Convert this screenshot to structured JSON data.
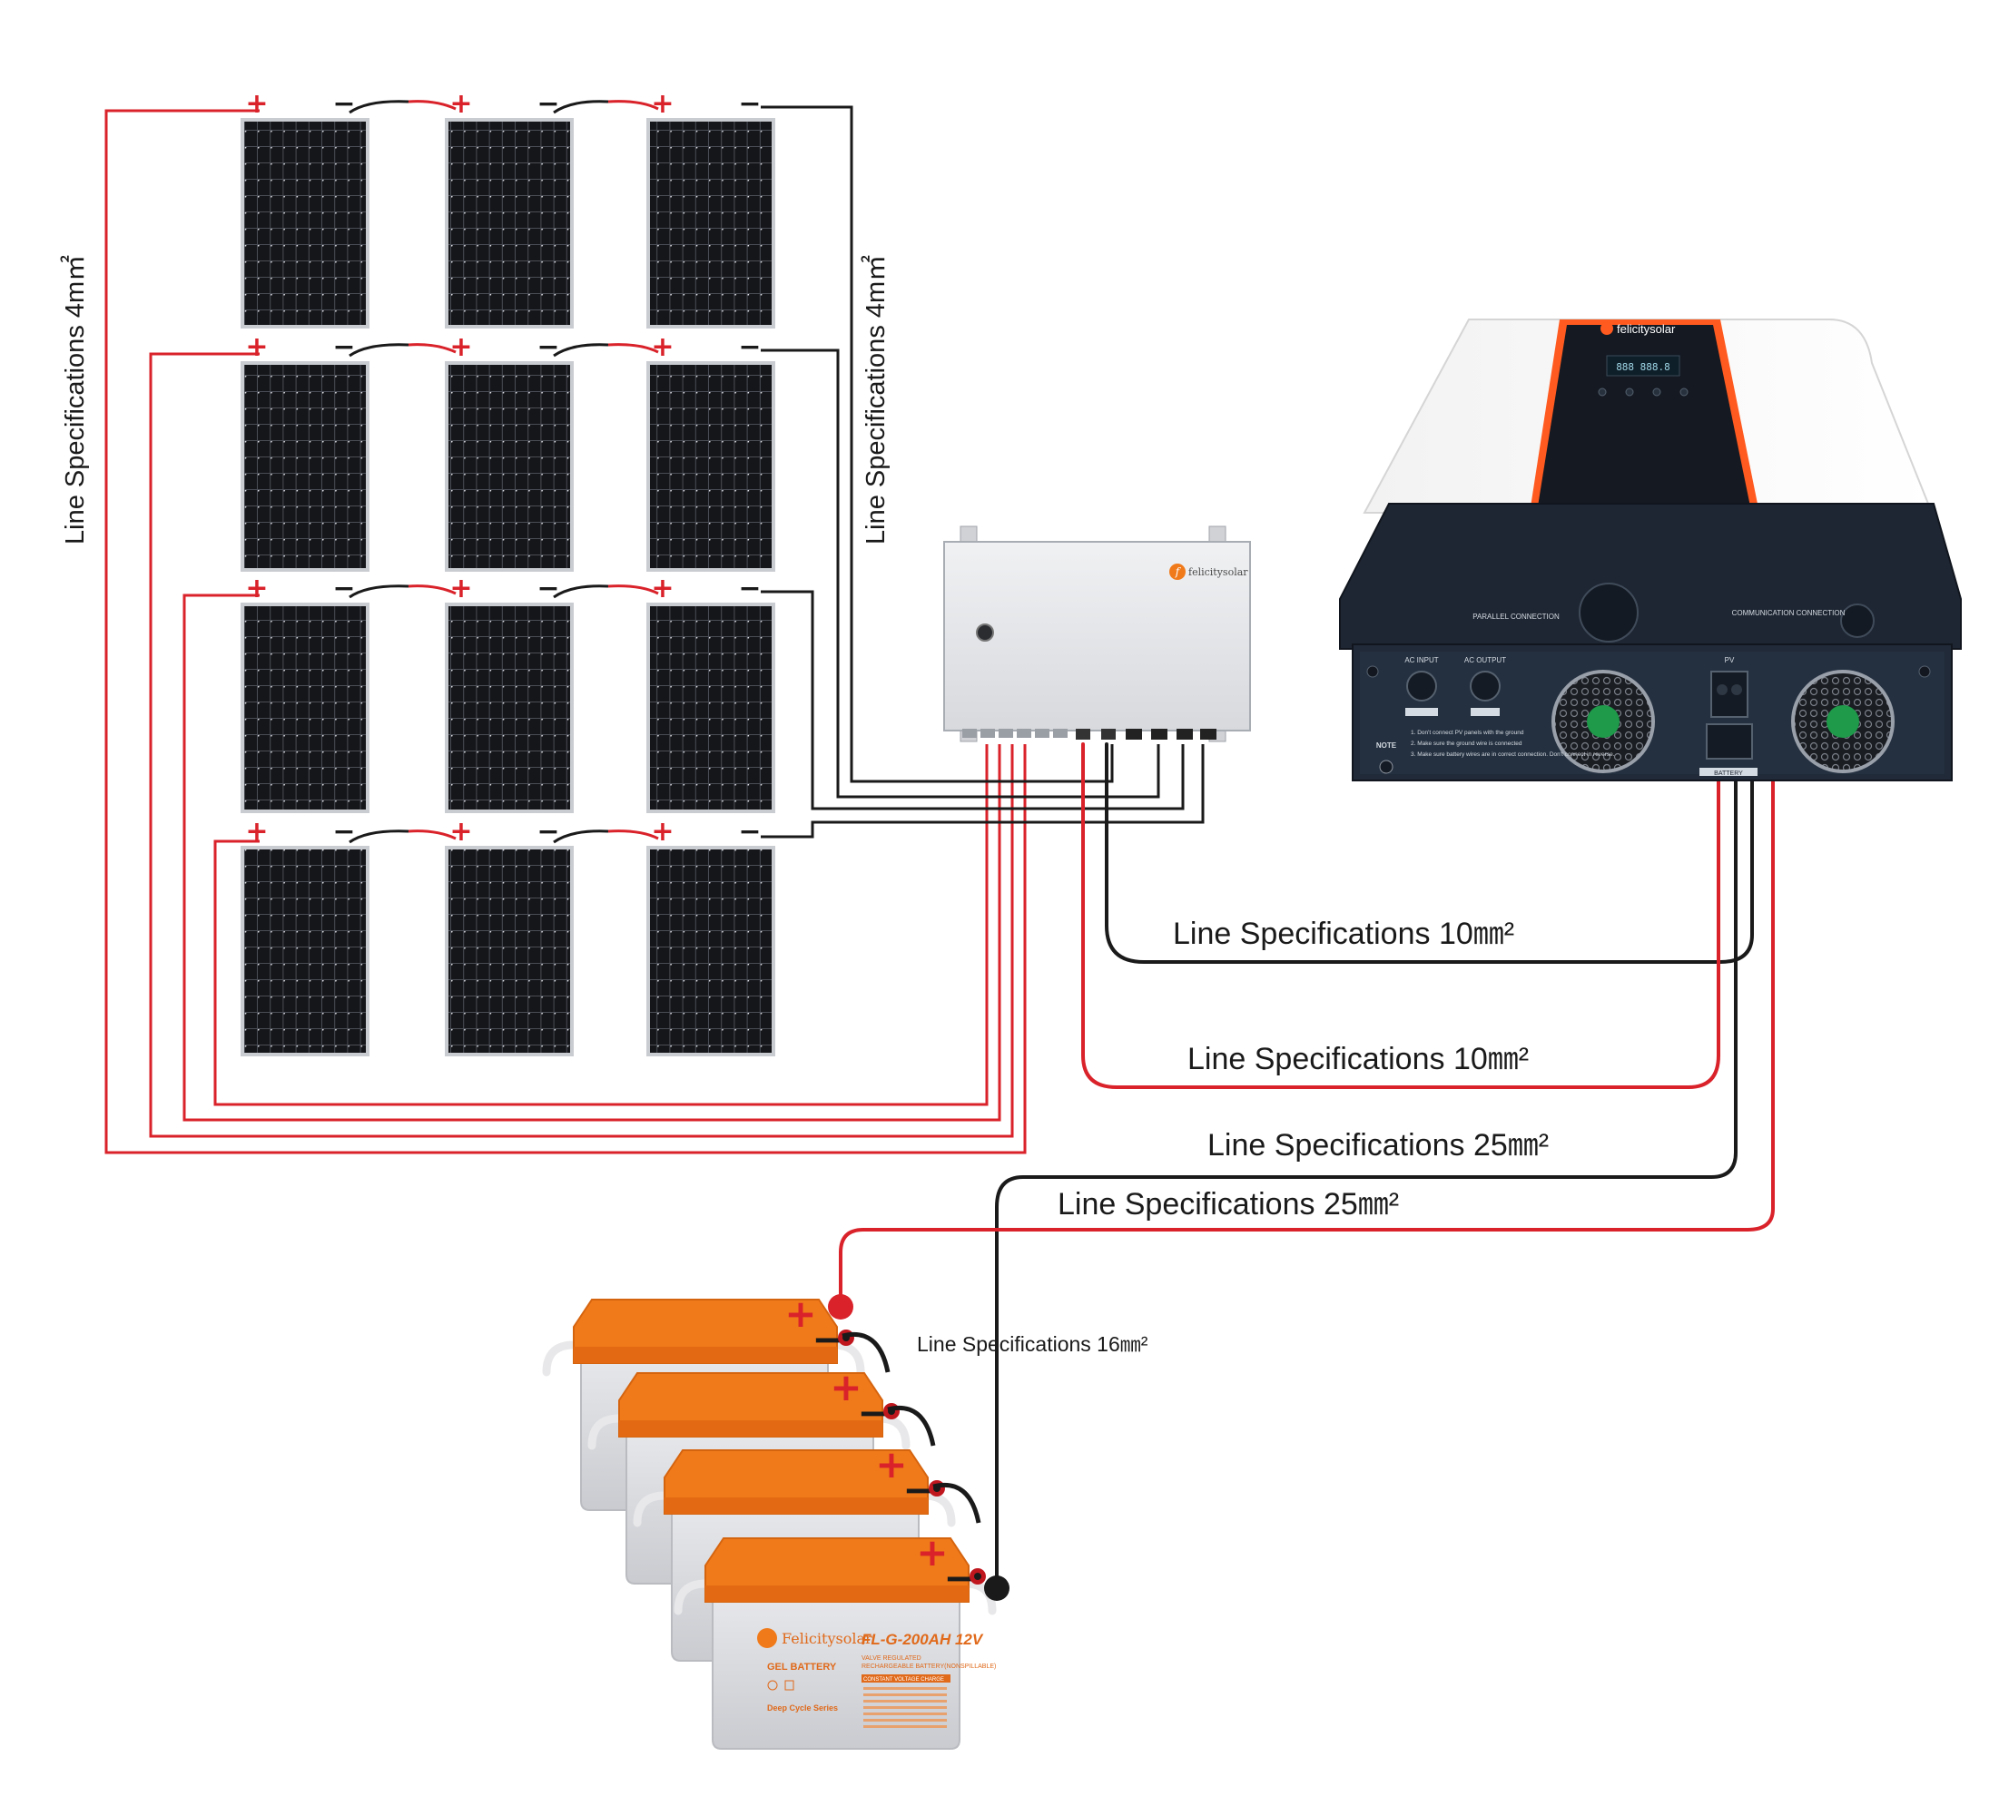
{
  "labels": {
    "pv_left": "Line Specifications 4m㎡",
    "pv_right": "Line Specifications 4m㎡",
    "combiner_to_inverter_neg": "Line Specifications 10㎜²",
    "combiner_to_inverter_pos": "Line Specifications 10㎜²",
    "battery_neg": "Line Specifications 25㎜²",
    "battery_pos": "Line Specifications 25㎜²",
    "battery_series": "Line Specifications 16㎜²"
  },
  "polarity": {
    "plus": "+",
    "minus": "−"
  },
  "combiner": {
    "brand": "felicitysolar",
    "brand_mark": "f"
  },
  "inverter": {
    "brand": "felicitysolar",
    "lcd": "888 888.8",
    "parallel": "PARALLEL CONNECTION",
    "communication": "COMMUNICATION CONNECTION",
    "ac_input": "AC INPUT",
    "ac_output": "AC OUTPUT",
    "pv": "PV",
    "battery": "BATTERY",
    "note_title": "NOTE",
    "note_1": "1. Don't connect PV panels with the ground",
    "note_2": "2. Make sure the ground wire is connected",
    "note_3": "3. Make sure battery wires are in correct connection. Don't connect in reverse."
  },
  "battery": {
    "brand": "Felicitysolar",
    "model": "FL-G-200AH 12V",
    "type": "GEL BATTERY",
    "series": "Deep Cycle Series",
    "subtitle_1": "VALVE REGULATED",
    "subtitle_2": "RECHARGEABLE BATTERY(NONSPILLABLE)",
    "subtitle_3": "CONSTANT VOLTAGE CHARGE"
  },
  "colors": {
    "wire_red": "#d9222a",
    "wire_black": "#1a1a1a",
    "panel_cell": "#15161a",
    "panel_frame": "#c9ccd1",
    "battery_orange": "#f07a1a",
    "battery_body": "#dedfe3",
    "inverter_dark": "#1e2633",
    "inverter_accent": "#ff5a1f"
  }
}
